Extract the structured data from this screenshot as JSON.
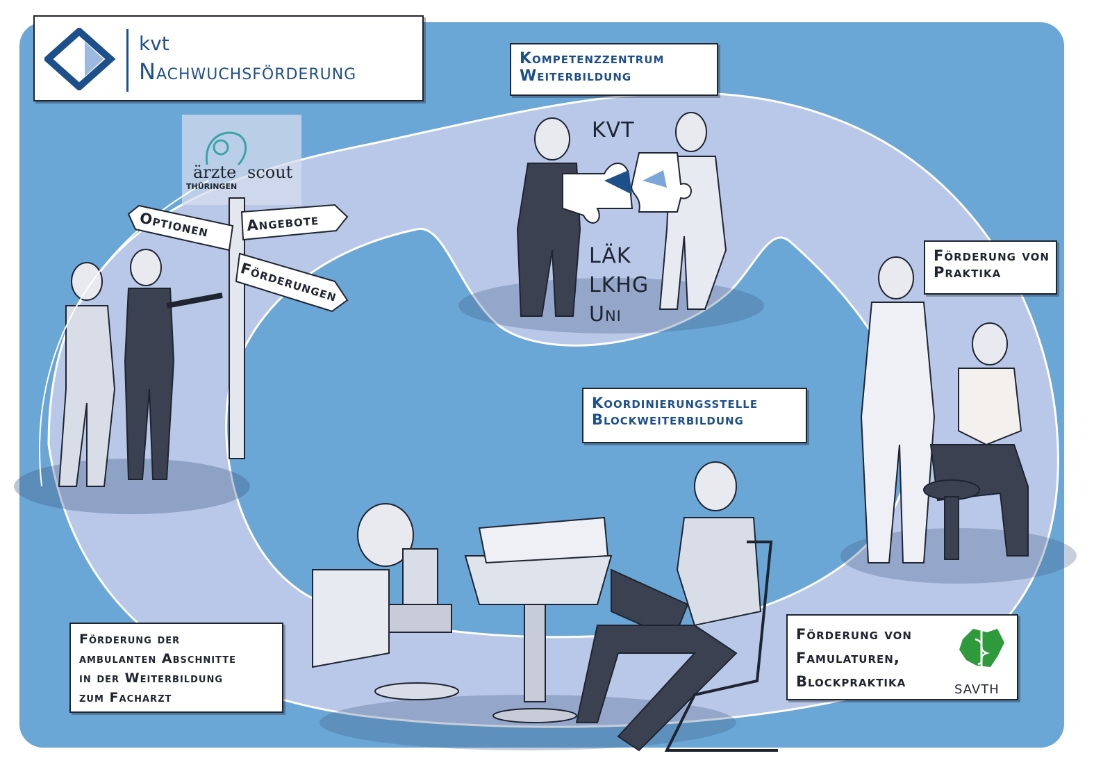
{
  "brand": {
    "logo_text": "kvt",
    "title": "Nachwuchsförderung"
  },
  "signpost": {
    "scout_brand_word1": "ärzte",
    "scout_brand_word2": "scout",
    "scout_region": "THÜRINGEN",
    "sign_options": "Optionen",
    "sign_offers": "Angebote",
    "sign_funding": "Förderungen"
  },
  "competence_center": {
    "line1": "Kompetenzzentrum",
    "line2": "Weiterbildung",
    "partner_top": "KVT",
    "partners_bottom": [
      "LÄK",
      "LKHG",
      "Uni"
    ]
  },
  "coordination": {
    "line1": "Koordinierungsstelle",
    "line2": "Blockweiterbildung"
  },
  "internships": {
    "line1": "Förderung von",
    "line2": "Praktika"
  },
  "clerkships": {
    "lines": [
      "Förderung von",
      "Famulaturen,",
      "Blockpraktika"
    ],
    "savth_label": "SAVTH"
  },
  "outpatient": {
    "lines": [
      "Förderung der",
      "ambulanten Abschnitte",
      "in der Weiterbildung",
      "zum Facharzt"
    ]
  },
  "colors": {
    "background_blue": "#6aa6d6",
    "path_light": "#b9c8e8",
    "text_blue": "#1d4f8a",
    "ink": "#1e2430",
    "savth_green": "#2e9a3c",
    "scout_teal": "#3aa3a6"
  }
}
